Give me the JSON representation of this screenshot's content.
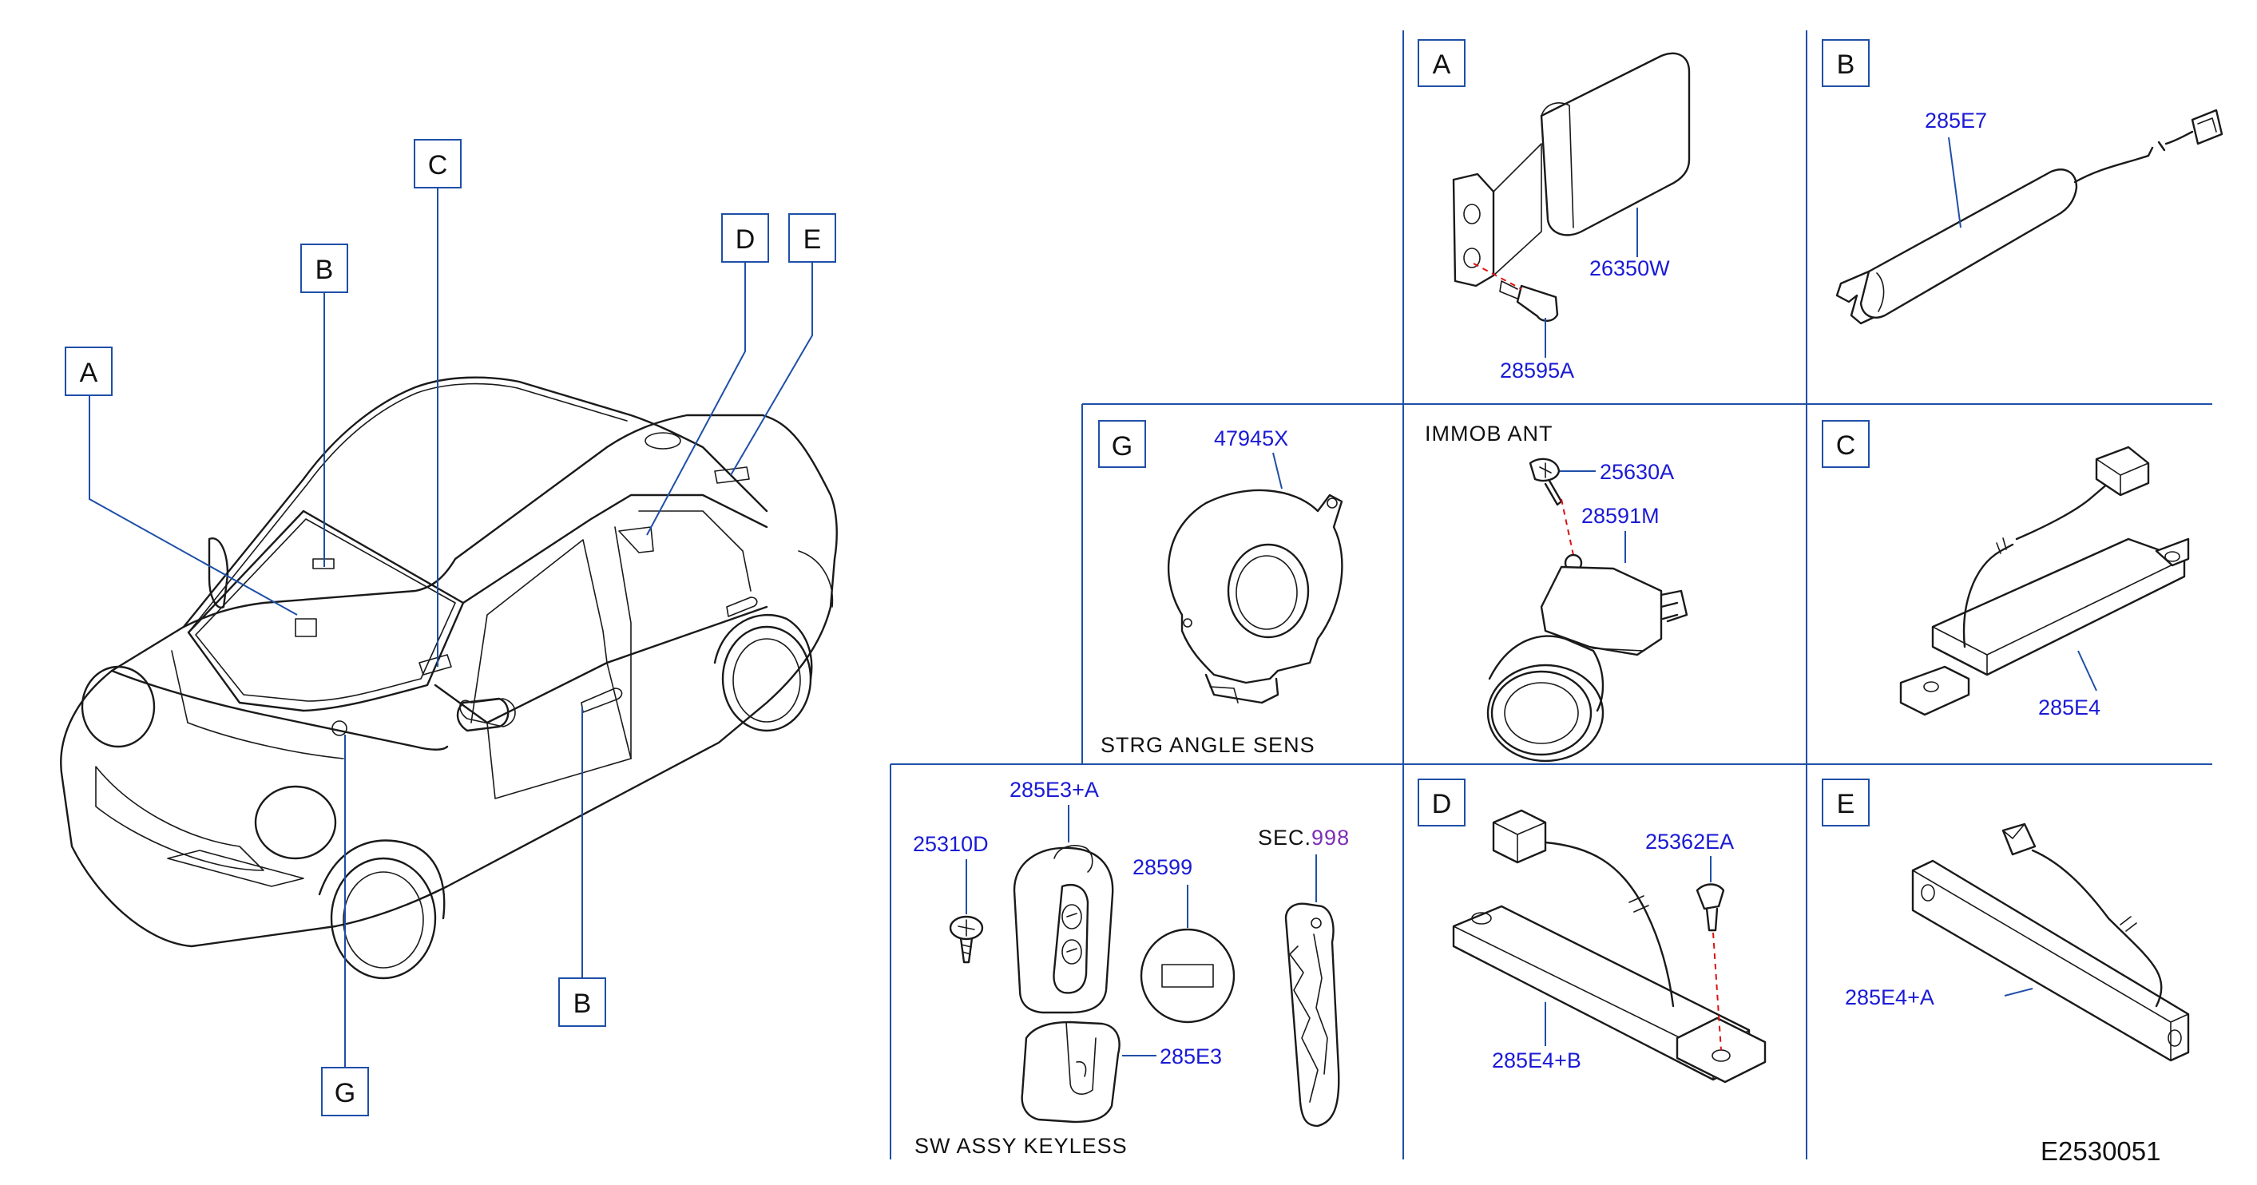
{
  "car_callouts": {
    "a": "A",
    "b_upper": "B",
    "c": "C",
    "d": "D",
    "e": "E",
    "b_lower": "B",
    "g": "G"
  },
  "panels": {
    "a": {
      "label": "A",
      "parts": [
        "26350W",
        "28595A"
      ]
    },
    "b": {
      "label": "B",
      "parts": [
        "285E7"
      ]
    },
    "g": {
      "label": "G",
      "parts": [
        "47945X"
      ],
      "caption": "STRG   ANGLE   SENS"
    },
    "immob": {
      "caption": "IMMOB   ANT",
      "parts": [
        "25630A",
        "28591M"
      ]
    },
    "c": {
      "label": "C",
      "parts": [
        "285E4"
      ]
    },
    "keyless": {
      "parts": [
        "285E3+A",
        "25310D",
        "28599",
        "285E3"
      ],
      "sec_prefix": "SEC.",
      "sec_number": "998",
      "caption": "SW   ASSY   KEYLESS"
    },
    "d": {
      "label": "D",
      "parts": [
        "25362EA",
        "285E4+B"
      ]
    },
    "e": {
      "label": "E",
      "parts": [
        "285E4+A"
      ]
    }
  },
  "diagram_code": "E2530051",
  "colors": {
    "part_number": "#1a1ad6",
    "leader": "#1f4fa8",
    "section_ref": "#7d2fb5",
    "guide_dash": "#dd1111"
  }
}
